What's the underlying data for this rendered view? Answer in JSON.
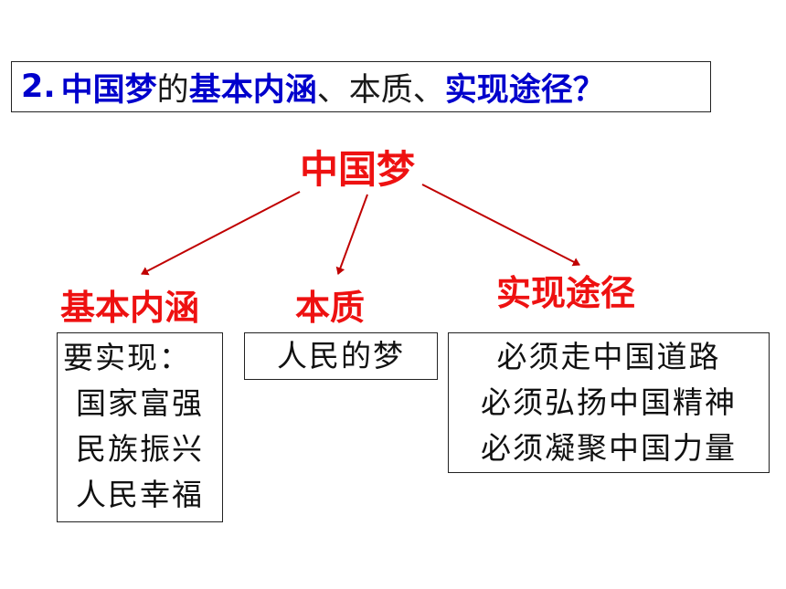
{
  "title": {
    "number": "2.",
    "part1": "中国梦",
    "part2": "的",
    "part3": "基本内涵",
    "part4": "、本质、",
    "part5": "实现途径",
    "part6": "？"
  },
  "root": "中国梦",
  "branches": {
    "left": {
      "label": "基本内涵",
      "lines": [
        "要实现：",
        "国家富强",
        "民族振兴",
        "人民幸福"
      ]
    },
    "middle": {
      "label": "本质",
      "lines": [
        "人民的梦"
      ]
    },
    "right": {
      "label": "实现途径",
      "lines": [
        "必须走中国道路",
        "必须弘扬中国精神",
        "必须凝聚中国力量"
      ]
    }
  },
  "colors": {
    "title_blue": "#0000cc",
    "node_red": "#ee1111",
    "arrow": "#c00000"
  }
}
